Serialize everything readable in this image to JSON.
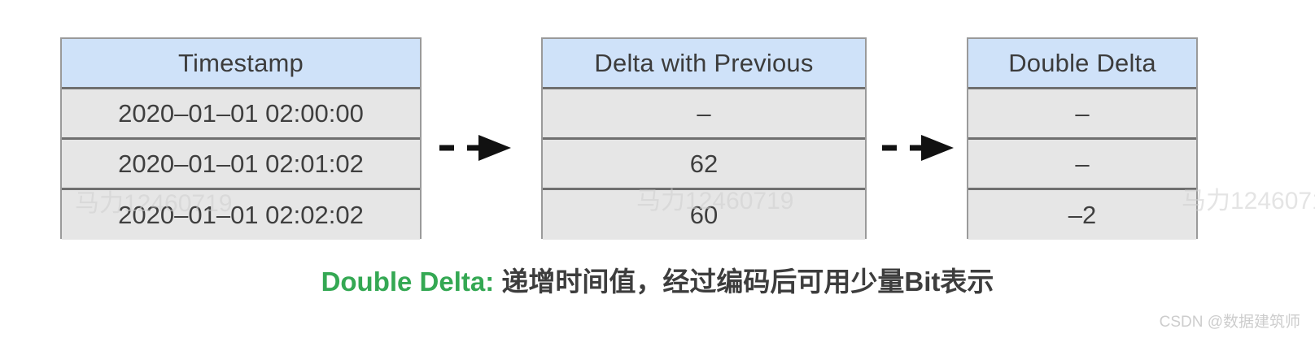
{
  "diagram": {
    "tables": [
      {
        "id": "timestamp",
        "header": "Timestamp",
        "rows": [
          "2020–01–01 02:00:00",
          "2020–01–01 02:01:02",
          "2020–01–01 02:02:02"
        ]
      },
      {
        "id": "delta-with-previous",
        "header": "Delta with Previous",
        "rows": [
          "–",
          "62",
          "60"
        ]
      },
      {
        "id": "double-delta",
        "header": "Double Delta",
        "rows": [
          "–",
          "–",
          "–2"
        ]
      }
    ],
    "arrows": [
      {
        "id": "arrow-1",
        "style": "dashed-with-solid-head"
      },
      {
        "id": "arrow-2",
        "style": "dashed-with-solid-head"
      }
    ],
    "caption": {
      "en": "Double Delta:",
      "cn": " 递增时间值，经过编码后可用少量Bit表示"
    },
    "watermarks": {
      "faint": "马力12460719",
      "credit": "CSDN @数据建筑师"
    },
    "colors": {
      "header_bg": "#cfe2f9",
      "row_bg": "#e6e6e6",
      "border": "#6f6f6f",
      "caption_accent": "#34a853",
      "caption_text": "#3d3d3d",
      "arrow": "#111111"
    }
  }
}
